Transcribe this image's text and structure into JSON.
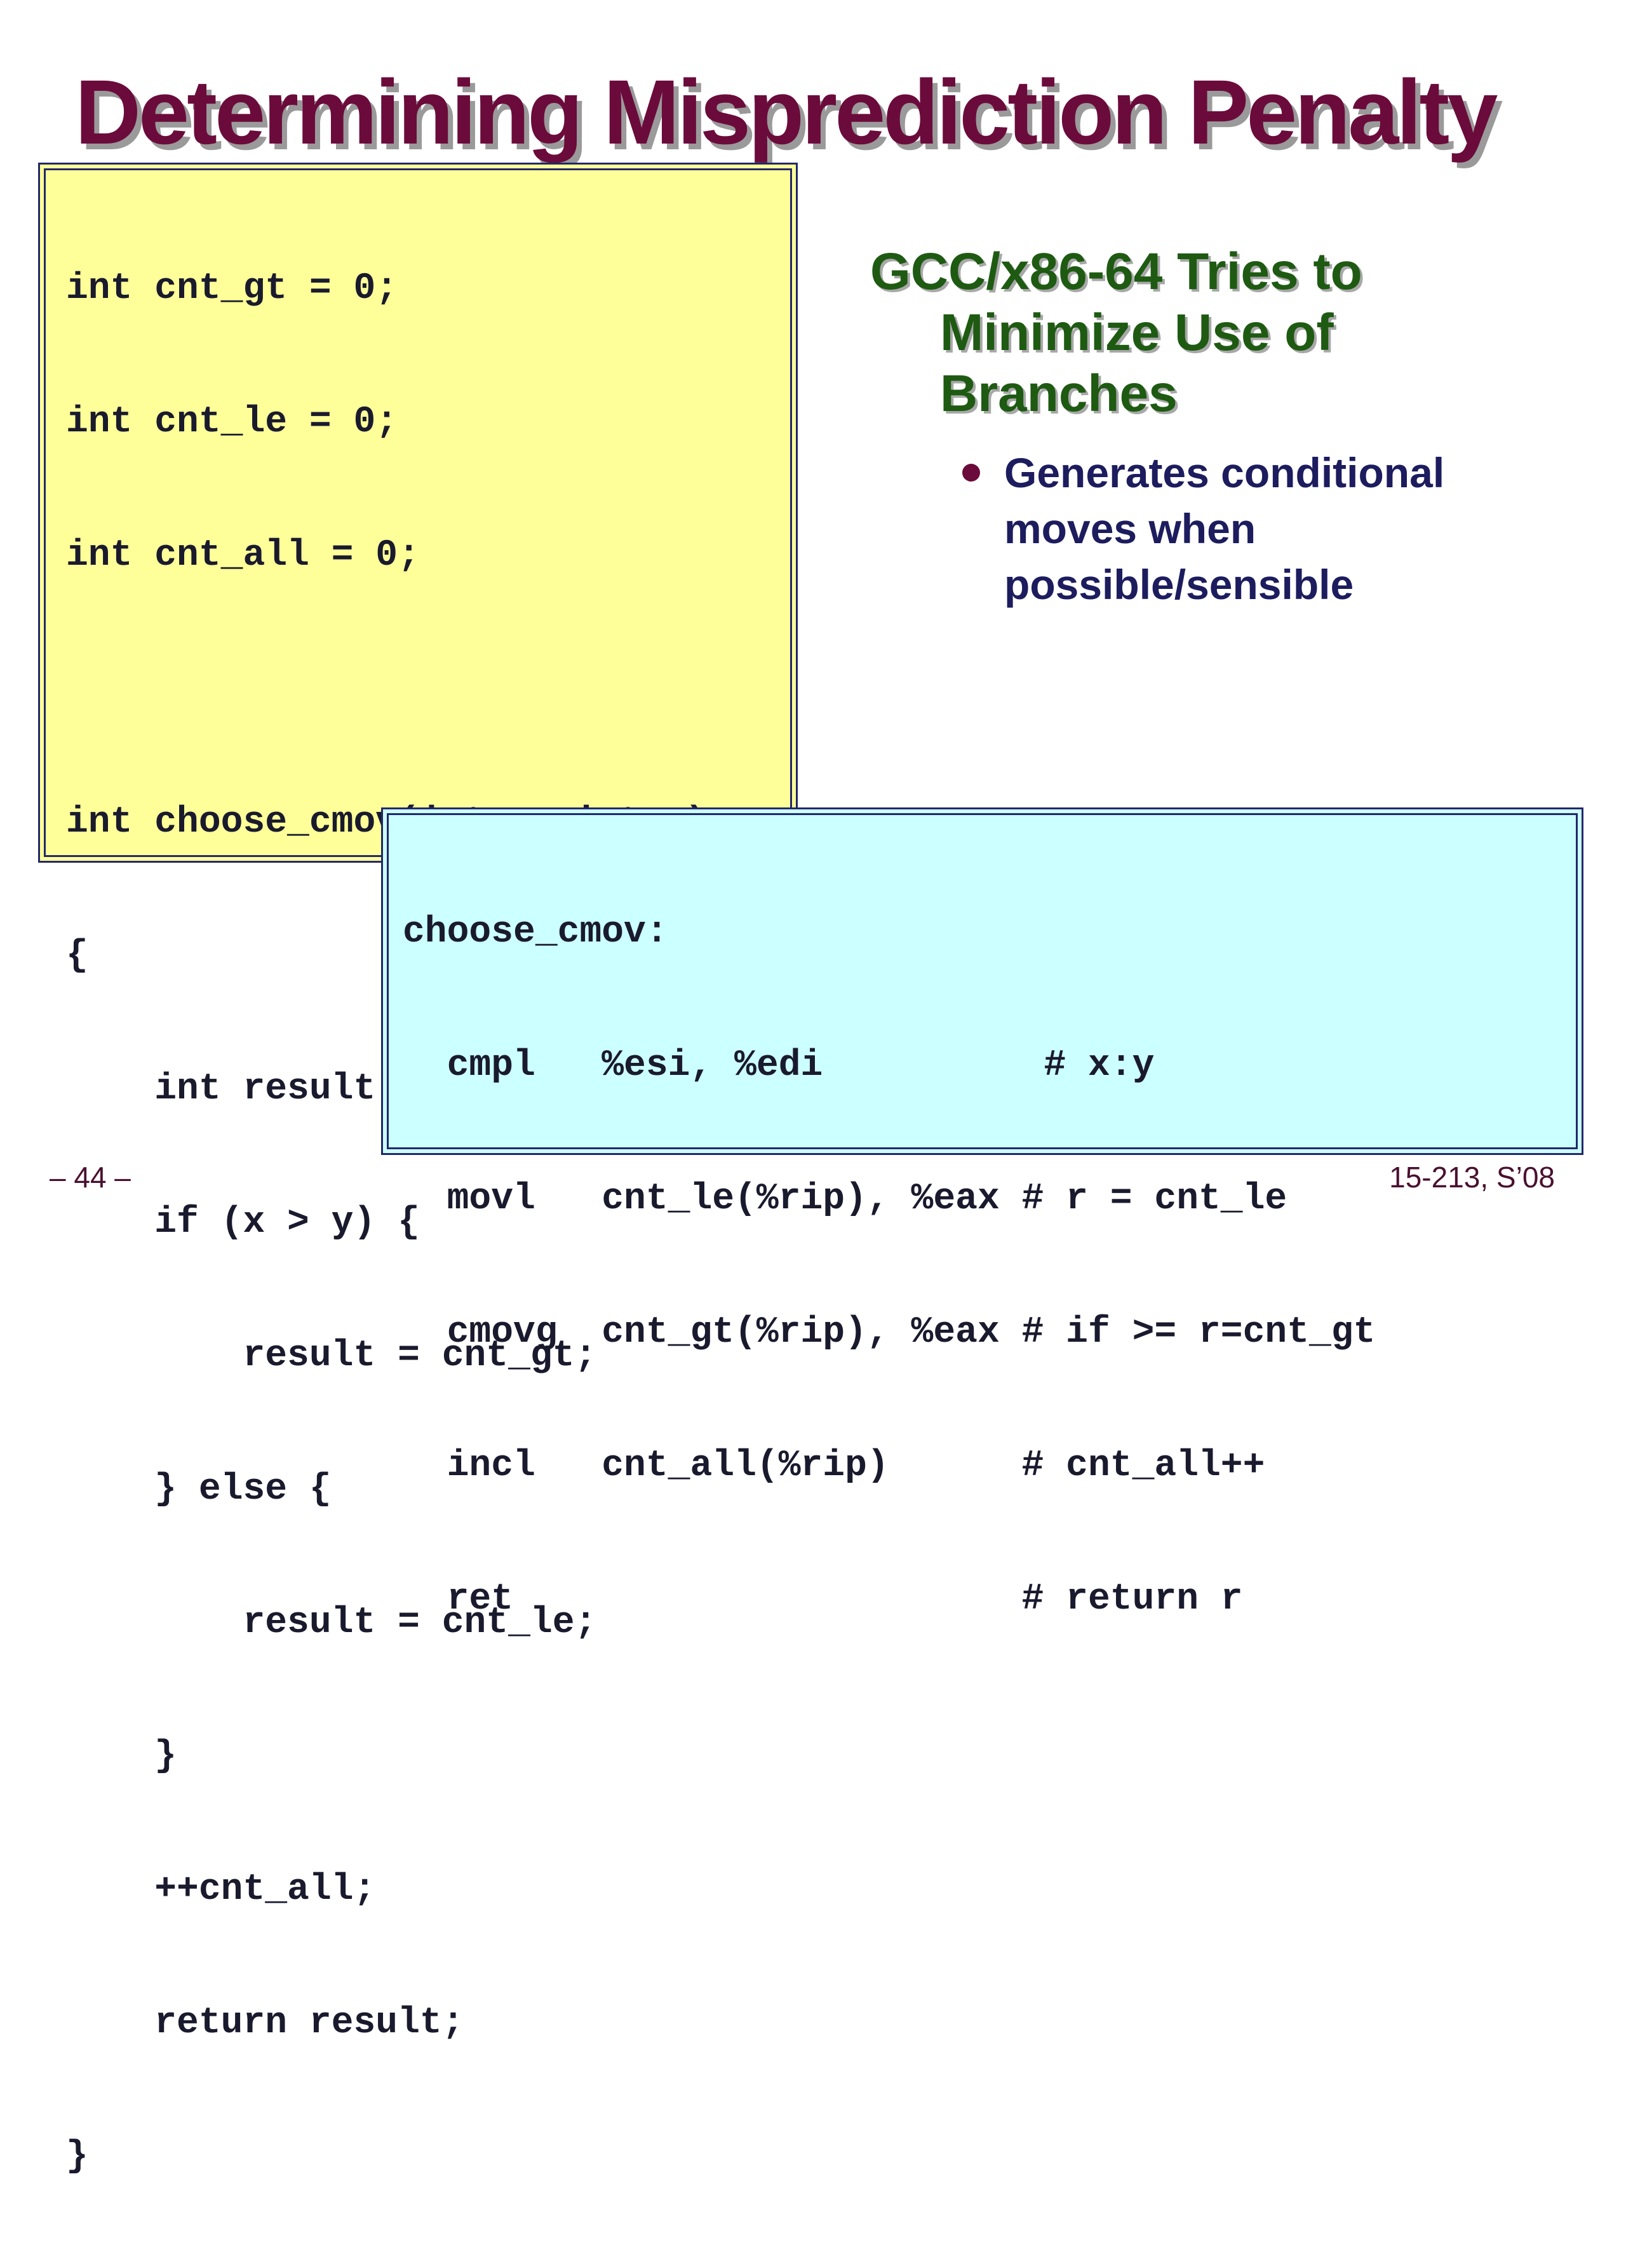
{
  "slide": {
    "title": "Determining Misprediction Penalty",
    "page_number": "– 44 –",
    "course": "15-213, S’08"
  },
  "c_code": {
    "lines": [
      "int cnt_gt = 0;",
      "int cnt_le = 0;",
      "int cnt_all = 0;",
      "",
      "int choose_cmov(int x, int y)",
      "{",
      "    int result;",
      "    if (x > y) {",
      "        result = cnt_gt;",
      "    } else {",
      "        result = cnt_le;",
      "    }",
      "    ++cnt_all;",
      "    return result;",
      "}"
    ]
  },
  "asm_code": {
    "lines": [
      "choose_cmov:",
      "  cmpl   %esi, %edi          # x:y",
      "  movl   cnt_le(%rip), %eax # r = cnt_le",
      "  cmovg  cnt_gt(%rip), %eax # if >= r=cnt_gt",
      "  incl   cnt_all(%rip)      # cnt_all++",
      "  ret                       # return r"
    ]
  },
  "side": {
    "heading_lines": [
      "GCC/x86-64 Tries to",
      "Minimize Use of",
      "Branches"
    ],
    "bullet_lines": [
      "Generates conditional",
      "moves when",
      "possible/sensible"
    ]
  },
  "colors": {
    "title": "#6b0b3b",
    "heading": "#1e5a12",
    "bullet_text": "#1c1c5e",
    "c_box_bg": "#ffff99",
    "asm_box_bg": "#ccffff",
    "box_border": "#22286a"
  }
}
